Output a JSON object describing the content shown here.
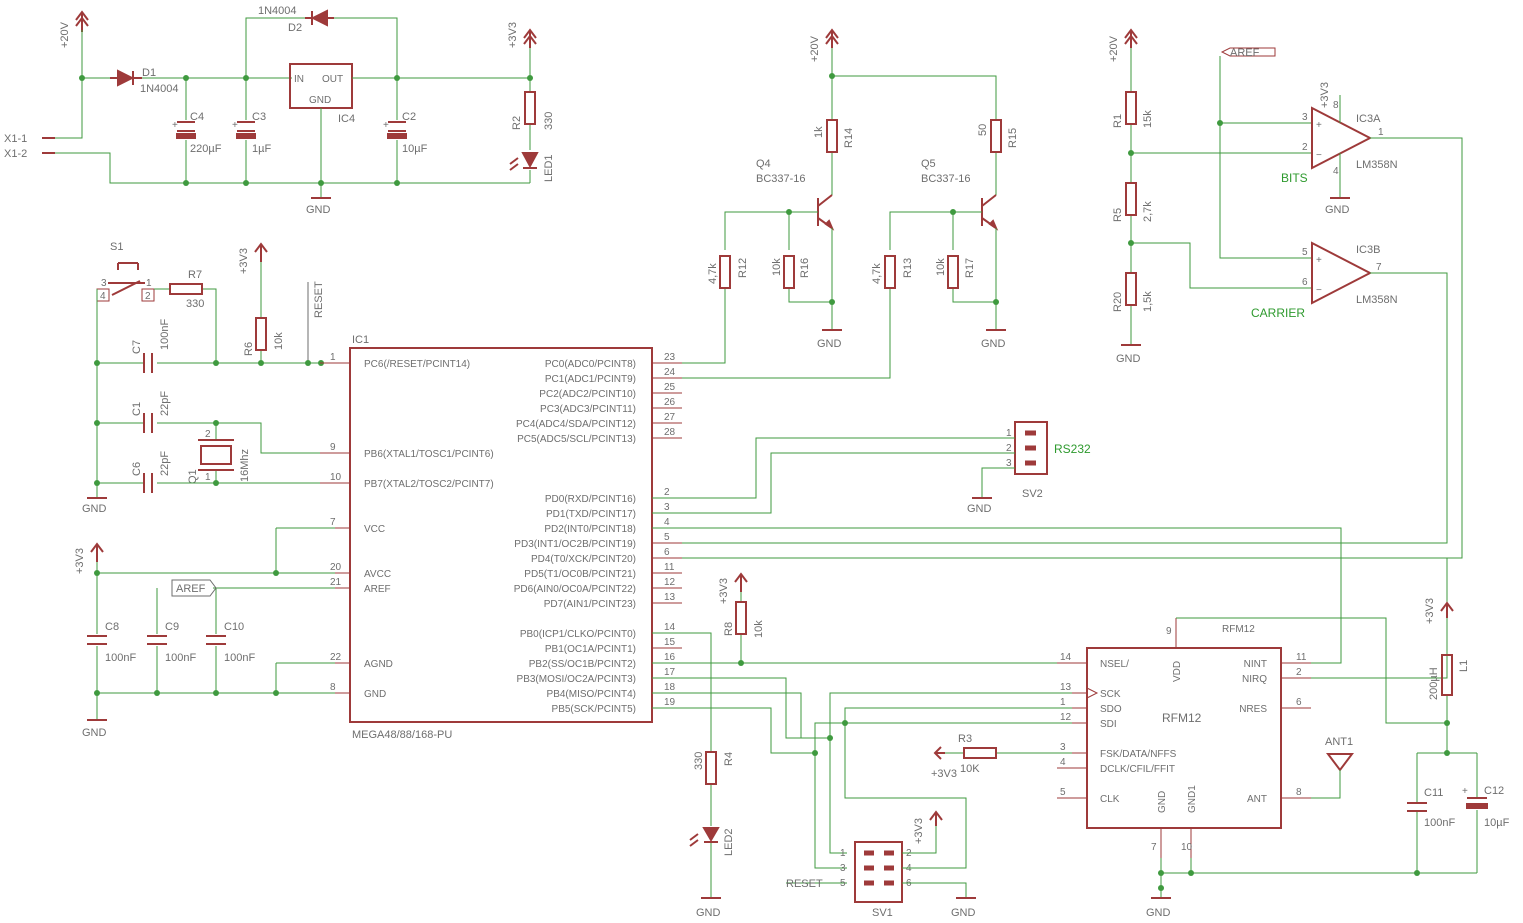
{
  "power": {
    "v20": "+20V",
    "v3v3": "+3V3",
    "gnd": "GND"
  },
  "connector_x1": [
    "X1-1",
    "X1-2"
  ],
  "supply": {
    "d1": {
      "ref": "D1",
      "value": "1N4004"
    },
    "d2": {
      "ref": "D2",
      "value": "1N4004"
    },
    "c4": {
      "ref": "C4",
      "value": "220µF"
    },
    "c3": {
      "ref": "C3",
      "value": "1µF"
    },
    "c2": {
      "ref": "C2",
      "value": "10µF"
    },
    "ic4": {
      "ref": "IC4",
      "in": "IN",
      "out": "OUT",
      "gnd": "GND"
    },
    "r2": {
      "ref": "R2",
      "value": "330"
    },
    "led1": {
      "ref": "LED1"
    }
  },
  "drivers": {
    "r14": {
      "ref": "R14",
      "value": "1k"
    },
    "r15": {
      "ref": "R15",
      "value": "50"
    },
    "q4": {
      "ref": "Q4",
      "value": "BC337-16"
    },
    "q5": {
      "ref": "Q5",
      "value": "BC337-16"
    },
    "r12": {
      "ref": "R12",
      "value": "4,7k"
    },
    "r16": {
      "ref": "R16",
      "value": "10k"
    },
    "r13": {
      "ref": "R13",
      "value": "4,7k"
    },
    "r17": {
      "ref": "R17",
      "value": "10k"
    }
  },
  "opamp": {
    "aref": "AREF",
    "r1": {
      "ref": "R1",
      "value": "15k"
    },
    "r5": {
      "ref": "R5",
      "value": "2,7k"
    },
    "r20": {
      "ref": "R20",
      "value": "1,5k"
    },
    "ic3a": {
      "ref": "IC3A",
      "value": "LM358N",
      "net": "BITS"
    },
    "ic3b": {
      "ref": "IC3B",
      "value": "LM358N",
      "net": "CARRIER"
    },
    "pins": [
      "3",
      "2",
      "1",
      "8",
      "4",
      "5",
      "6",
      "7"
    ]
  },
  "reset": {
    "s1": {
      "ref": "S1",
      "pins": [
        "3",
        "4",
        "1",
        "2"
      ]
    },
    "r7": {
      "ref": "R7",
      "value": "330"
    },
    "r6": {
      "ref": "R6",
      "value": "10k"
    },
    "net": "RESET",
    "c7": {
      "ref": "C7",
      "value": "100nF"
    },
    "c1": {
      "ref": "C1",
      "value": "22pF"
    },
    "c6": {
      "ref": "C6",
      "value": "22pF"
    },
    "q1": {
      "ref": "Q1",
      "value": "16Mhz",
      "pins": [
        "2",
        "1"
      ]
    }
  },
  "mcu": {
    "ref": "IC1",
    "value": "MEGA48/88/168-PU",
    "left_pins": [
      {
        "num": "1",
        "name": "PC6(/RESET/PCINT14)"
      },
      {
        "num": "9",
        "name": "PB6(XTAL1/TOSC1/PCINT6)"
      },
      {
        "num": "10",
        "name": "PB7(XTAL2/TOSC2/PCINT7)"
      },
      {
        "num": "7",
        "name": "VCC"
      },
      {
        "num": "20",
        "name": "AVCC"
      },
      {
        "num": "21",
        "name": "AREF"
      },
      {
        "num": "22",
        "name": "AGND"
      },
      {
        "num": "8",
        "name": "GND"
      }
    ],
    "right_pins": [
      {
        "num": "23",
        "name": "PC0(ADC0/PCINT8)"
      },
      {
        "num": "24",
        "name": "PC1(ADC1/PCINT9)"
      },
      {
        "num": "25",
        "name": "PC2(ADC2/PCINT10)"
      },
      {
        "num": "26",
        "name": "PC3(ADC3/PCINT11)"
      },
      {
        "num": "27",
        "name": "PC4(ADC4/SDA/PCINT12)"
      },
      {
        "num": "28",
        "name": "PC5(ADC5/SCL/PCINT13)"
      },
      {
        "num": "2",
        "name": "PD0(RXD/PCINT16)"
      },
      {
        "num": "3",
        "name": "PD1(TXD/PCINT17)"
      },
      {
        "num": "4",
        "name": "PD2(INT0/PCINT18)"
      },
      {
        "num": "5",
        "name": "PD3(INT1/OC2B/PCINT19)"
      },
      {
        "num": "6",
        "name": "PD4(T0/XCK/PCINT20)"
      },
      {
        "num": "11",
        "name": "PD5(T1/OC0B/PCINT21)"
      },
      {
        "num": "12",
        "name": "PD6(AIN0/OC0A/PCINT22)"
      },
      {
        "num": "13",
        "name": "PD7(AIN1/PCINT23)"
      },
      {
        "num": "14",
        "name": "PB0(ICP1/CLKO/PCINT0)"
      },
      {
        "num": "15",
        "name": "PB1(OC1A/PCINT1)"
      },
      {
        "num": "16",
        "name": "PB2(SS/OC1B/PCINT2)"
      },
      {
        "num": "17",
        "name": "PB3(MOSI/OC2A/PCINT3)"
      },
      {
        "num": "18",
        "name": "PB4(MISO/PCINT4)"
      },
      {
        "num": "19",
        "name": "PB5(SCK/PCINT5)"
      }
    ]
  },
  "decoupling": {
    "aref": "AREF",
    "c8": {
      "ref": "C8",
      "value": "100nF"
    },
    "c9": {
      "ref": "C9",
      "value": "100nF"
    },
    "c10": {
      "ref": "C10",
      "value": "100nF"
    }
  },
  "rs232": {
    "ref": "SV2",
    "label": "RS232",
    "pins": [
      "1",
      "2",
      "3"
    ]
  },
  "r8": {
    "ref": "R8",
    "value": "10k"
  },
  "r4": {
    "ref": "R4",
    "value": "330"
  },
  "led2": {
    "ref": "LED2"
  },
  "rfm12": {
    "ref": "RFM12",
    "value": "RFM12",
    "left_pins": [
      {
        "num": "14",
        "name": "NSEL/"
      },
      {
        "num": "13",
        "name": "SCK"
      },
      {
        "num": "1",
        "name": "SDO"
      },
      {
        "num": "12",
        "name": "SDI"
      },
      {
        "num": "3",
        "name": "FSK/DATA/NFFS"
      },
      {
        "num": "4",
        "name": "DCLK/CFIL/FFIT"
      },
      {
        "num": "5",
        "name": "CLK"
      }
    ],
    "right_pins": [
      {
        "num": "11",
        "name": "NINT"
      },
      {
        "num": "2",
        "name": "NIRQ"
      },
      {
        "num": "6",
        "name": "NRES"
      },
      {
        "num": "8",
        "name": "ANT"
      }
    ],
    "top": {
      "num": "9",
      "name": "VDD"
    },
    "bottom": [
      {
        "num": "7",
        "name": "GND"
      },
      {
        "num": "10",
        "name": "GND1"
      }
    ]
  },
  "r3": {
    "ref": "R3",
    "value": "10K"
  },
  "ant1": {
    "ref": "ANT1"
  },
  "l1": {
    "ref": "L1",
    "value": "200µH"
  },
  "c11": {
    "ref": "C11",
    "value": "100nF"
  },
  "c12": {
    "ref": "C12",
    "value": "10µF"
  },
  "sv1": {
    "ref": "SV1",
    "net": "RESET",
    "pins": [
      "1",
      "2",
      "3",
      "4",
      "5",
      "6"
    ]
  }
}
